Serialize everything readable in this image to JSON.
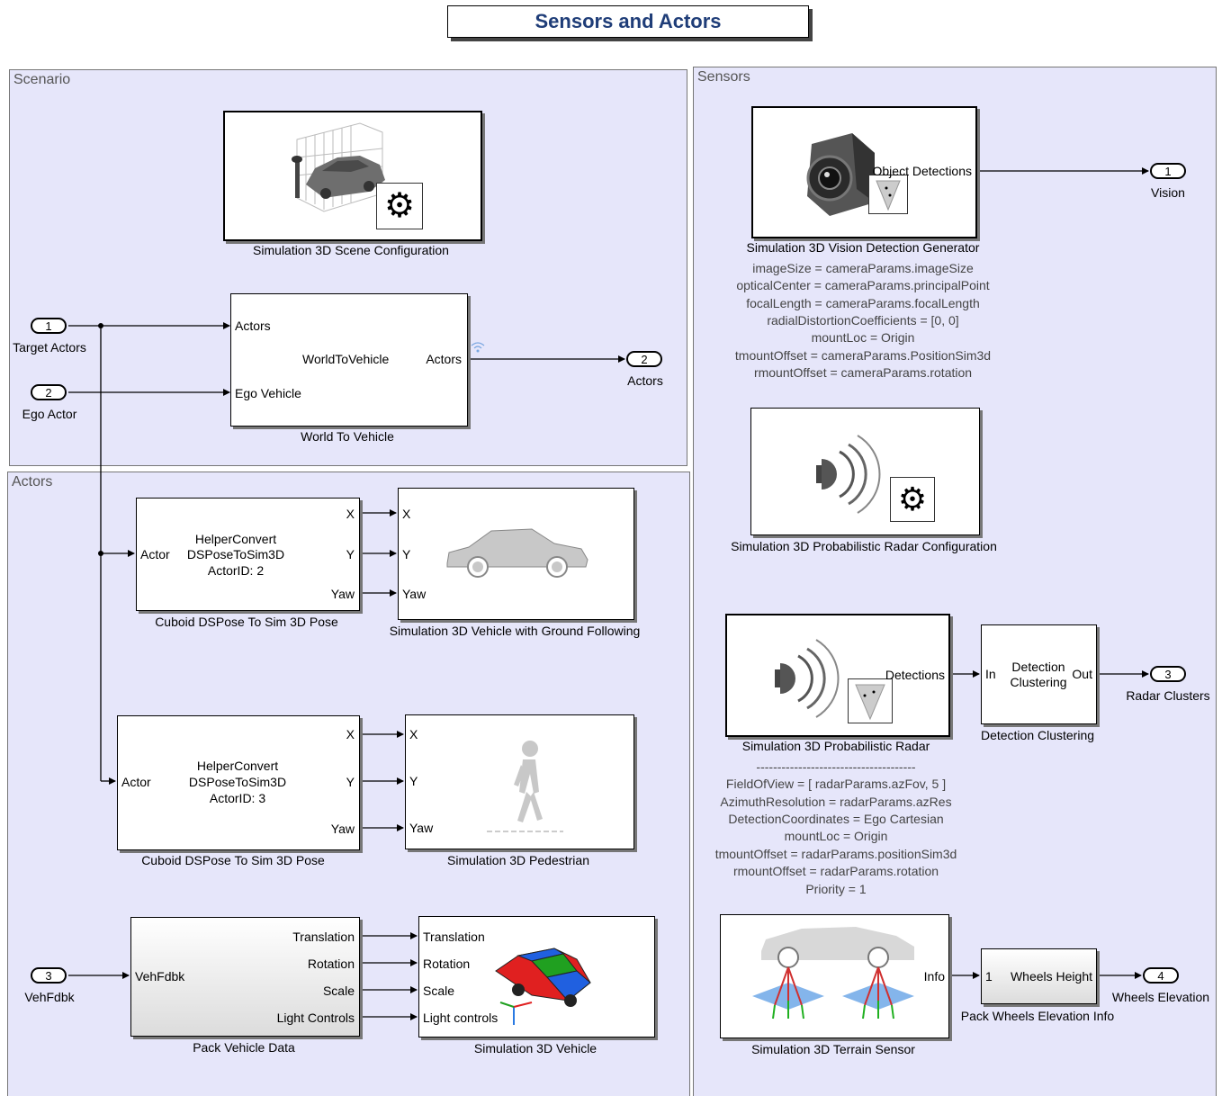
{
  "title": "Sensors and Actors",
  "areas": {
    "scenario": "Scenario",
    "actors": "Actors",
    "sensors": "Sensors"
  },
  "ports": {
    "target_actors": {
      "num": "1",
      "label": "Target Actors"
    },
    "ego_actor": {
      "num": "2",
      "label": "Ego Actor"
    },
    "vehfdbk": {
      "num": "3",
      "label": "VehFdbk"
    },
    "actors_out": {
      "num": "2",
      "label": "Actors"
    },
    "vision_out": {
      "num": "1",
      "label": "Vision"
    },
    "radar_out": {
      "num": "3",
      "label": "Radar Clusters"
    },
    "wheels_out": {
      "num": "4",
      "label": "Wheels Elevation"
    }
  },
  "blocks": {
    "scene_config": {
      "caption": "Simulation 3D Scene Configuration"
    },
    "world_to_vehicle": {
      "caption": "World To Vehicle",
      "in1": "Actors",
      "in2": "Ego Vehicle",
      "center": "WorldToVehicle",
      "out": "Actors"
    },
    "convert1": {
      "caption": "Cuboid DSPose To Sim 3D Pose",
      "l1": "HelperConvert",
      "l2": "DSPoseToSim3D",
      "l3": "ActorID: 2",
      "in": "Actor",
      "x": "X",
      "y": "Y",
      "yaw": "Yaw"
    },
    "vehicle_gf": {
      "caption": "Simulation 3D Vehicle with Ground Following",
      "x": "X",
      "y": "Y",
      "yaw": "Yaw"
    },
    "convert2": {
      "caption": "Cuboid DSPose To Sim 3D Pose",
      "l1": "HelperConvert",
      "l2": "DSPoseToSim3D",
      "l3": "ActorID: 3",
      "in": "Actor",
      "x": "X",
      "y": "Y",
      "yaw": "Yaw"
    },
    "pedestrian": {
      "caption": "Simulation 3D Pedestrian",
      "x": "X",
      "y": "Y",
      "yaw": "Yaw"
    },
    "pack_vehicle": {
      "caption": "Pack Vehicle Data",
      "in": "VehFdbk",
      "o1": "Translation",
      "o2": "Rotation",
      "o3": "Scale",
      "o4": "Light Controls"
    },
    "sim_vehicle": {
      "caption": "Simulation 3D Vehicle",
      "i1": "Translation",
      "i2": "Rotation",
      "i3": "Scale",
      "i4": "Light controls"
    },
    "vision": {
      "caption": "Simulation 3D Vision Detection Generator",
      "out": "Object Detections",
      "params": [
        "imageSize = cameraParams.imageSize",
        "opticalCenter = cameraParams.principalPoint",
        "focalLength = cameraParams.focalLength",
        "radialDistortionCoefficients = [0, 0]",
        "mountLoc = Origin",
        "tmountOffset = cameraParams.PositionSim3d",
        "rmountOffset = cameraParams.rotation"
      ]
    },
    "radar_config": {
      "caption": "Simulation 3D Probabilistic Radar Configuration"
    },
    "radar": {
      "caption": "Simulation 3D Probabilistic Radar",
      "out": "Detections",
      "params": [
        "--------------------------------------",
        "FieldOfView = [ radarParams.azFov, 5 ]",
        "AzimuthResolution = radarParams.azRes",
        "DetectionCoordinates = Ego Cartesian",
        "mountLoc = Origin",
        "tmountOffset = radarParams.positionSim3d",
        "rmountOffset = radarParams.rotation",
        "Priority = 1"
      ]
    },
    "clustering": {
      "caption": "Detection Clustering",
      "in": "In",
      "center1": "Detection",
      "center2": "Clustering",
      "out": "Out"
    },
    "terrain": {
      "caption": "Simulation 3D Terrain Sensor",
      "out": "Info"
    },
    "pack_wheels": {
      "caption": "Pack Wheels Elevation Info",
      "in": "1",
      "out": "Wheels Height"
    }
  },
  "icons": [
    "gear-icon",
    "car-icon",
    "camera-icon",
    "radar-icon",
    "pedestrian-icon",
    "wireless-icon",
    "terrain-sensor-icon"
  ]
}
